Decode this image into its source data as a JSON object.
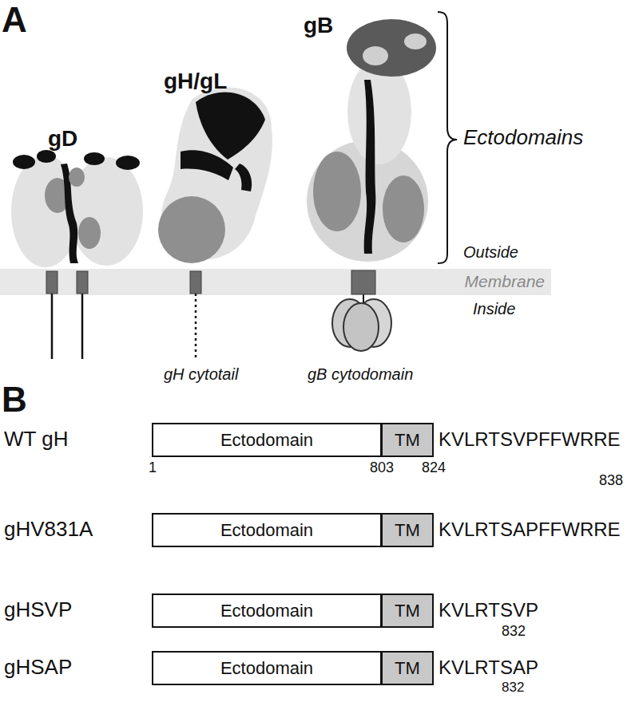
{
  "diagram": {
    "nodes": [
      {
        "text": [
          "Membrane"
        ]
      },
      {
        "text": [
          "Ectodomain"
        ]
      },
      {
        "text": [
          "TM"
        ]
      },
      {
        "text": [
          "Ectodomain"
        ]
      },
      {
        "text": [
          "TM"
        ]
      },
      {
        "text": [
          "Ectodomain"
        ]
      },
      {
        "text": [
          "TM"
        ]
      },
      {
        "text": [
          "Ectodomain"
        ]
      },
      {
        "text": [
          "TM"
        ]
      }
    ],
    "labels": [
      "A",
      "gD",
      "gH/gL",
      "gB",
      "Ectodomains",
      "Outside",
      "Inside",
      "gH cytotail",
      "gB cytodomain",
      "B",
      "WT gH",
      "KVLRTSVPFFWRRE",
      "1",
      "803",
      "824",
      "838",
      "gHV831A",
      "KVLRTSAPFFWRRE",
      "gHSVP",
      "KVLRTSVP",
      "832",
      "gHSAP",
      "KVLRTSAP",
      "832"
    ]
  }
}
